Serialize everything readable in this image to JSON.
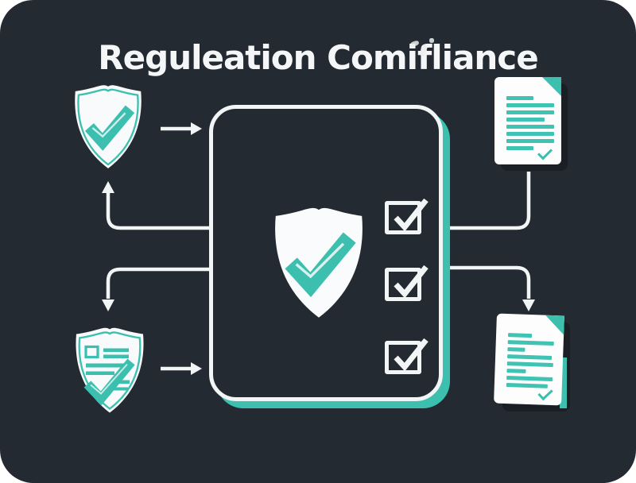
{
  "title": "Reguleation Comifliance",
  "colors": {
    "card_background": "#242a31",
    "accent_teal": "#3cbfae",
    "line_white": "#f2f5f6",
    "page_white": "#fdfdfe",
    "shadow_dark": "#1a1f25"
  },
  "panel": {
    "checkbox_count": 3,
    "checkbox_states": [
      "checked",
      "checked",
      "checked"
    ]
  },
  "documents": {
    "top_right": {
      "line_widths": [
        34,
        60,
        60,
        48,
        60,
        60,
        60,
        34
      ]
    },
    "bottom_right": {
      "line_widths": [
        30,
        58,
        22,
        56,
        58,
        24,
        58,
        52
      ]
    }
  },
  "icons": {
    "top_left": "shield-check-icon",
    "bottom_left": "shield-checklist-icon",
    "center": "shield-check-icon",
    "top_right": "document-icon",
    "bottom_right": "document-icon"
  }
}
